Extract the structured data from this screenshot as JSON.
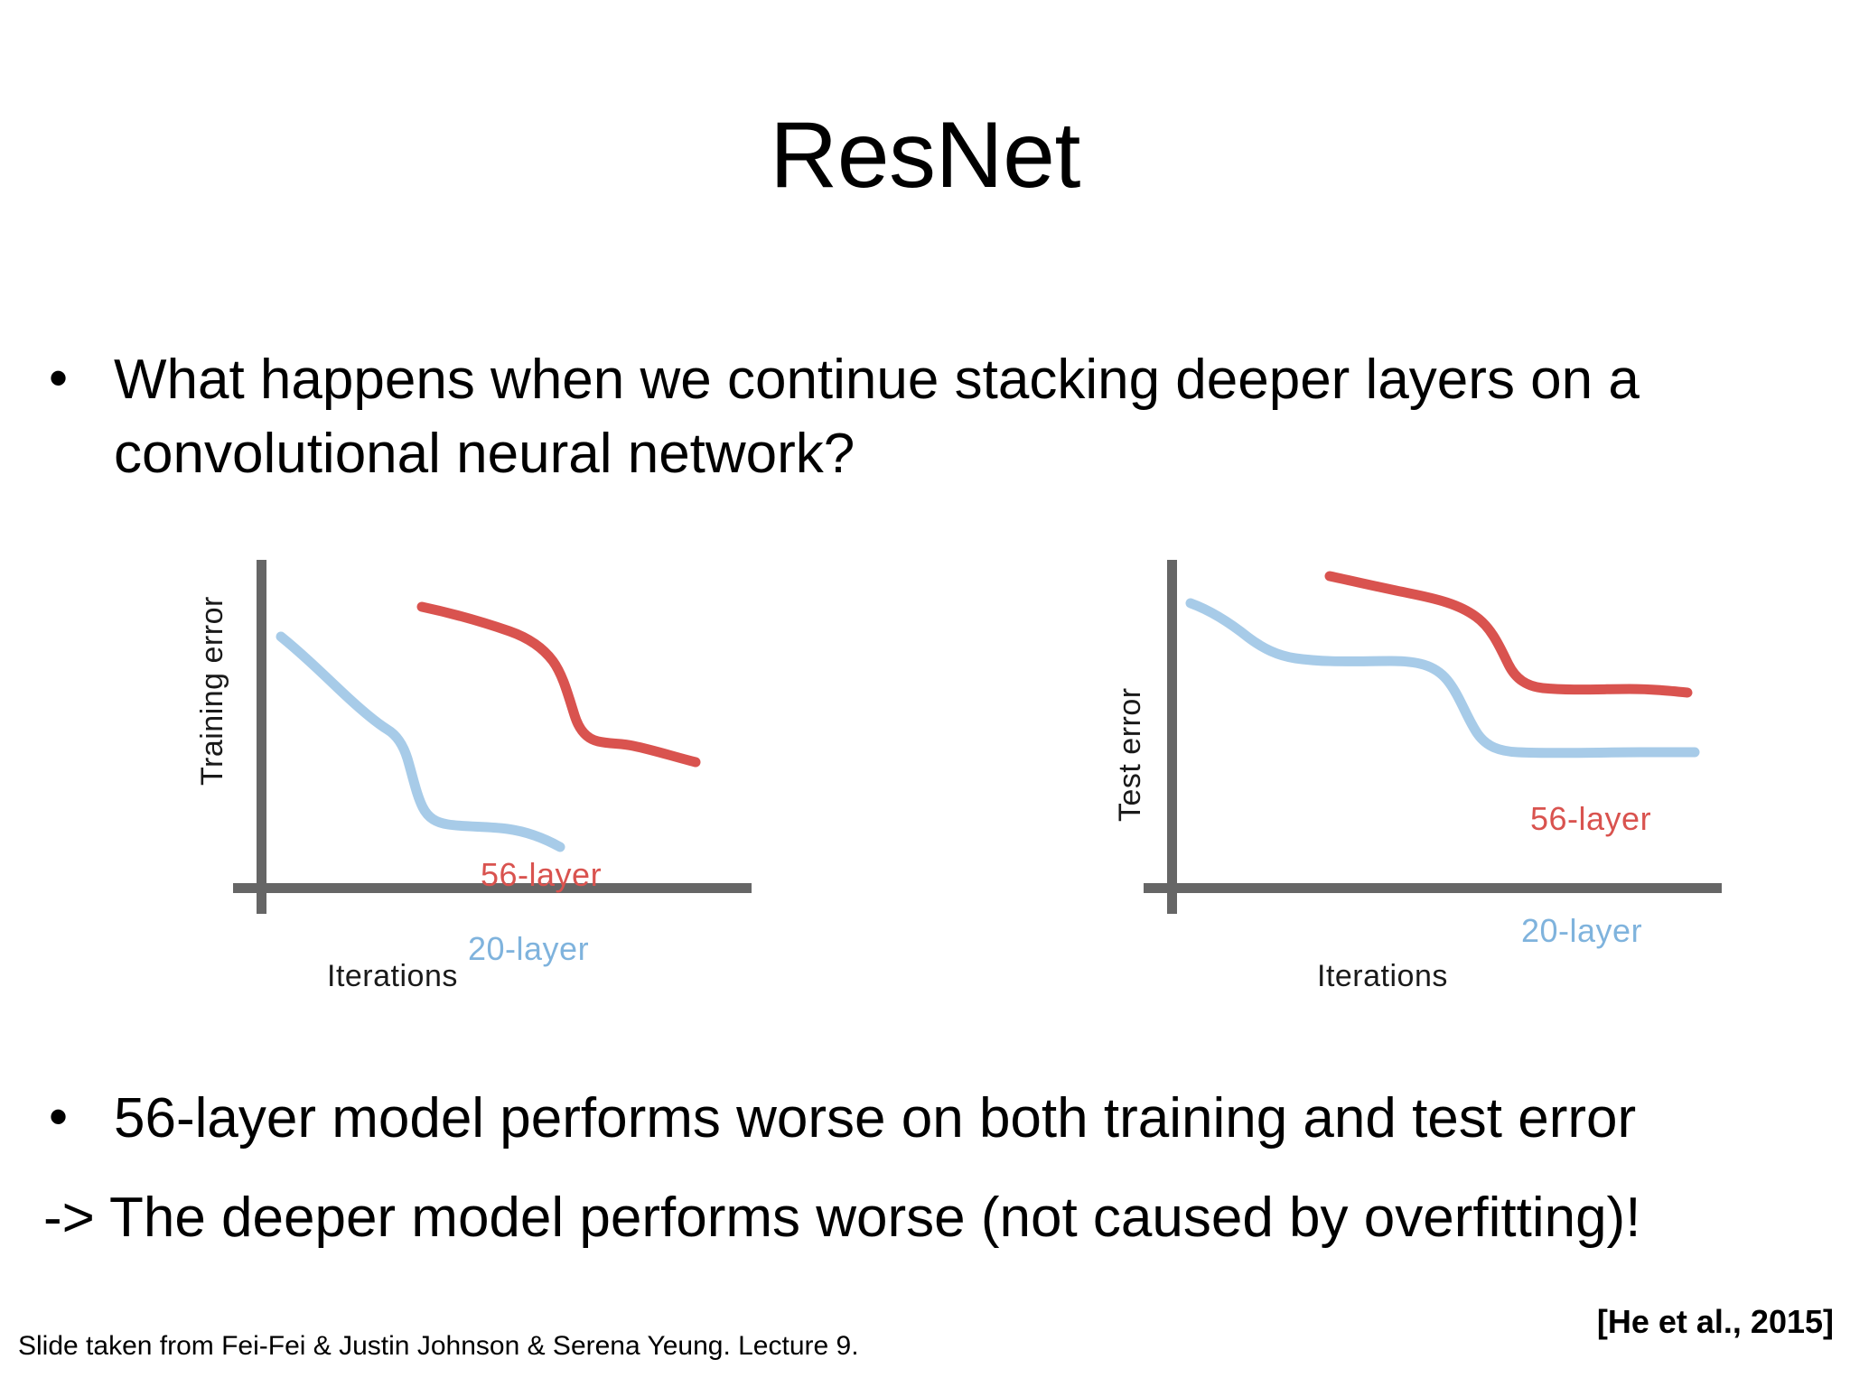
{
  "slide": {
    "title": "ResNet",
    "background_color": "#ffffff",
    "text_color": "#000000"
  },
  "bullets": {
    "top": {
      "marker": "•",
      "text": "What happens when we continue stacking deeper layers on a convolutional neural network?"
    },
    "bottom_1": {
      "marker": "•",
      "text": "56-layer model performs worse on both training and test error"
    },
    "bottom_2": {
      "text": "-> The deeper model performs worse (not caused by overfitting)!"
    }
  },
  "footer": {
    "source": "Slide taken from Fei-Fei & Justin Johnson & Serena Yeung. Lecture 9.",
    "citation": "[He et al., 2015]"
  },
  "colors": {
    "series_56_layer": "#d9534f",
    "series_20_layer": "#a7cbe8",
    "axis": "#666666",
    "label_text": "#1a1a1a"
  },
  "chart_data": [
    {
      "type": "line",
      "id": "training-error-chart",
      "title": "",
      "xlabel": "Iterations",
      "ylabel": "Training error",
      "grid": false,
      "legend_position": "inline-right",
      "axis_ranges": {
        "xlim": [
          0,
          1
        ],
        "ylim": [
          0,
          1
        ]
      },
      "annotations": [
        "56-layer",
        "20-layer"
      ],
      "series": [
        {
          "name": "56-layer",
          "color": "#d9534f",
          "x": [
            0.26,
            0.33,
            0.41,
            0.49,
            0.56,
            0.6,
            0.64,
            0.67,
            0.7,
            0.74,
            0.8,
            0.86,
            0.92
          ],
          "y": [
            0.895,
            0.872,
            0.852,
            0.832,
            0.8,
            0.745,
            0.66,
            0.6,
            0.578,
            0.56,
            0.53,
            0.505,
            0.492
          ]
        },
        {
          "name": "20-layer",
          "color": "#a7cbe8",
          "x": [
            0.03,
            0.1,
            0.18,
            0.27,
            0.35,
            0.41,
            0.45,
            0.48,
            0.51,
            0.56,
            0.63,
            0.7,
            0.78,
            0.84
          ],
          "y": [
            0.8,
            0.735,
            0.67,
            0.61,
            0.57,
            0.555,
            0.505,
            0.43,
            0.38,
            0.355,
            0.34,
            0.328,
            0.305,
            0.285
          ]
        }
      ]
    },
    {
      "type": "line",
      "id": "test-error-chart",
      "title": "",
      "xlabel": "Iterations",
      "ylabel": "Test error",
      "grid": false,
      "legend_position": "inline-right",
      "axis_ranges": {
        "xlim": [
          0,
          1
        ],
        "ylim": [
          0,
          1
        ]
      },
      "annotations": [
        "56-layer",
        "20-layer"
      ],
      "series": [
        {
          "name": "56-layer",
          "color": "#d9534f",
          "x": [
            0.24,
            0.3,
            0.38,
            0.47,
            0.55,
            0.6,
            0.64,
            0.68,
            0.72,
            0.78,
            0.85,
            0.92,
            0.97
          ],
          "y": [
            0.945,
            0.93,
            0.915,
            0.905,
            0.895,
            0.87,
            0.8,
            0.73,
            0.7,
            0.69,
            0.69,
            0.695,
            0.7
          ]
        },
        {
          "name": "20-layer",
          "color": "#a7cbe8",
          "x": [
            0.02,
            0.08,
            0.14,
            0.2,
            0.26,
            0.34,
            0.44,
            0.52,
            0.57,
            0.61,
            0.65,
            0.7,
            0.78,
            0.88,
            0.96
          ],
          "y": [
            0.878,
            0.86,
            0.83,
            0.79,
            0.77,
            0.765,
            0.765,
            0.76,
            0.735,
            0.665,
            0.6,
            0.57,
            0.562,
            0.56,
            0.56
          ]
        }
      ]
    }
  ]
}
